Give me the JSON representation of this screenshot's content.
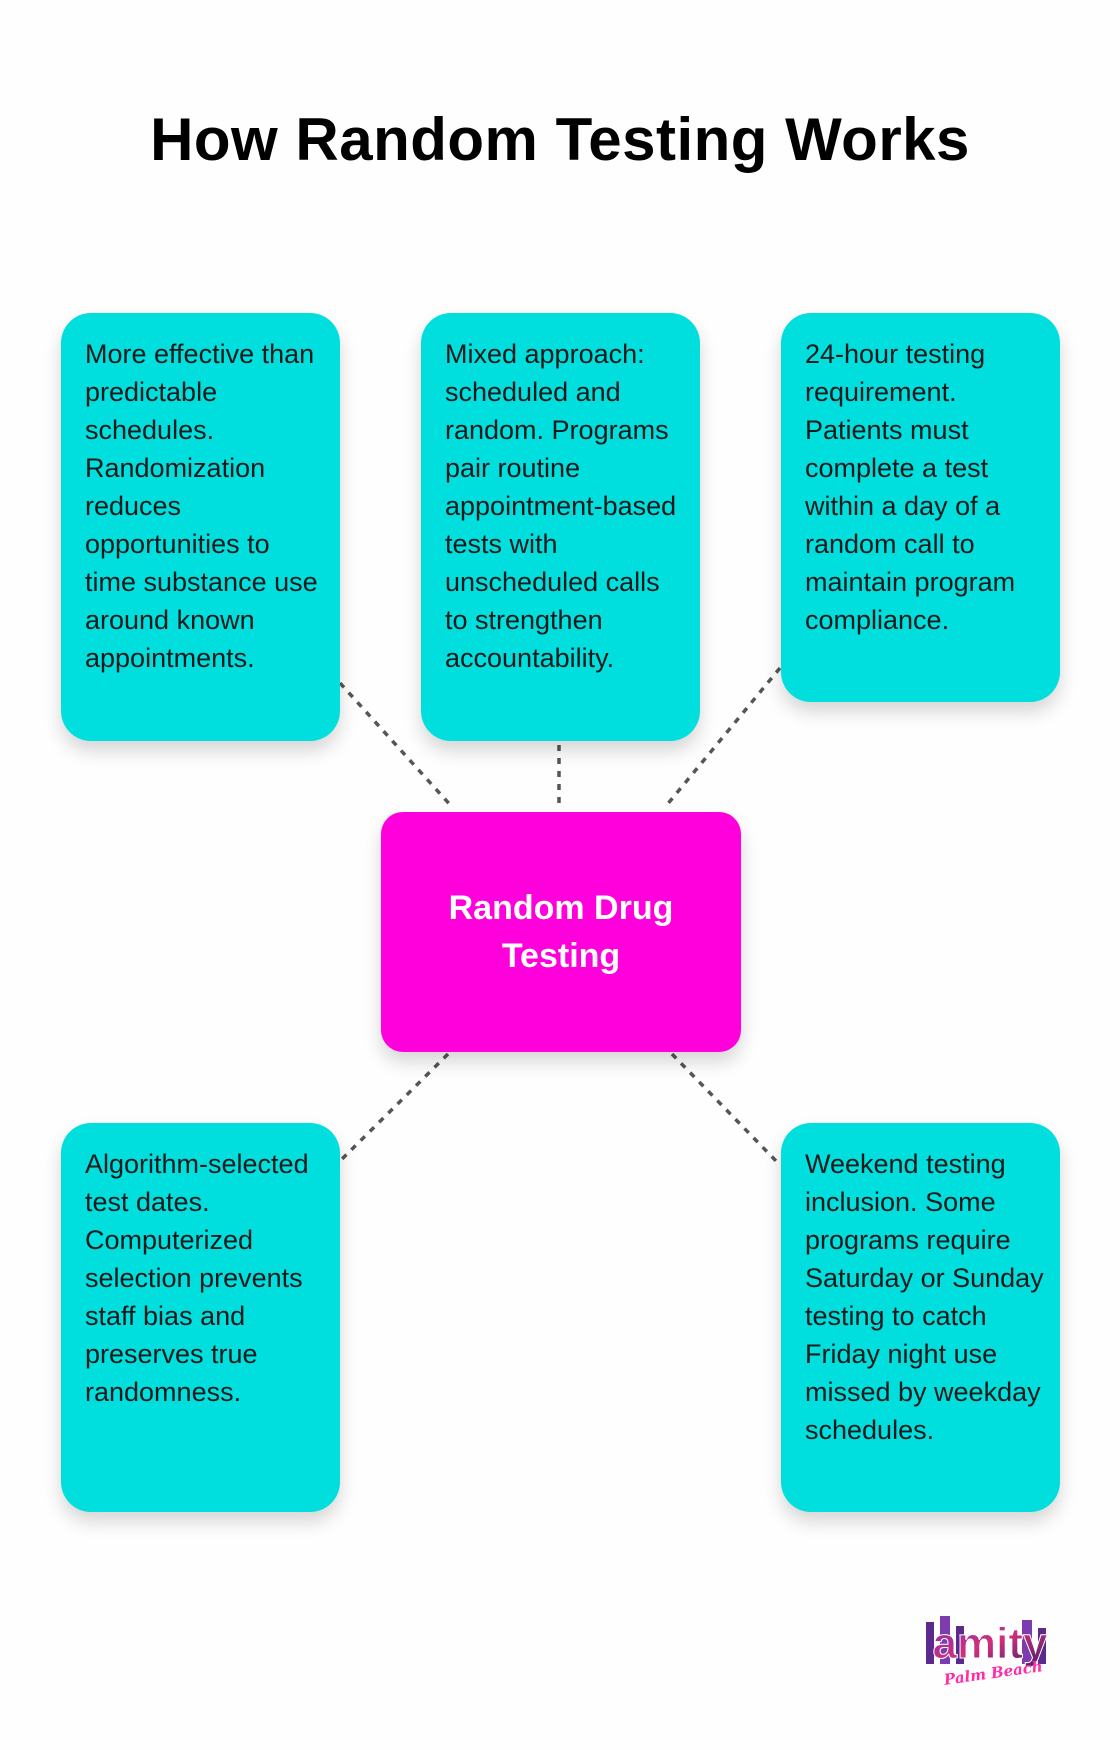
{
  "title": "How Random Testing Works",
  "center": {
    "label": "Random Drug Testing"
  },
  "nodes": [
    {
      "id": "top-left",
      "text": "More effective than predictable schedules. Randomization reduces opportunities to time substance use around known appointments."
    },
    {
      "id": "top-middle",
      "text": "Mixed approach: scheduled and random. Programs pair routine appointment-based tests with unscheduled calls to strengthen accountability."
    },
    {
      "id": "top-right",
      "text": "24-hour testing requirement. Patients must complete a test within a day of a random call to maintain program compliance."
    },
    {
      "id": "bottom-left",
      "text": "Algorithm-selected test dates. Computerized selection prevents staff bias and preserves true randomness."
    },
    {
      "id": "bottom-right",
      "text": "Weekend testing inclusion. Some programs require Saturday or Sunday testing to catch Friday night use missed by weekday schedules."
    }
  ],
  "colors": {
    "node": "#00dede",
    "center": "#ff00dd",
    "connector": "#555555"
  },
  "logo": {
    "text": "amity",
    "subtext": "Palm Beach"
  }
}
